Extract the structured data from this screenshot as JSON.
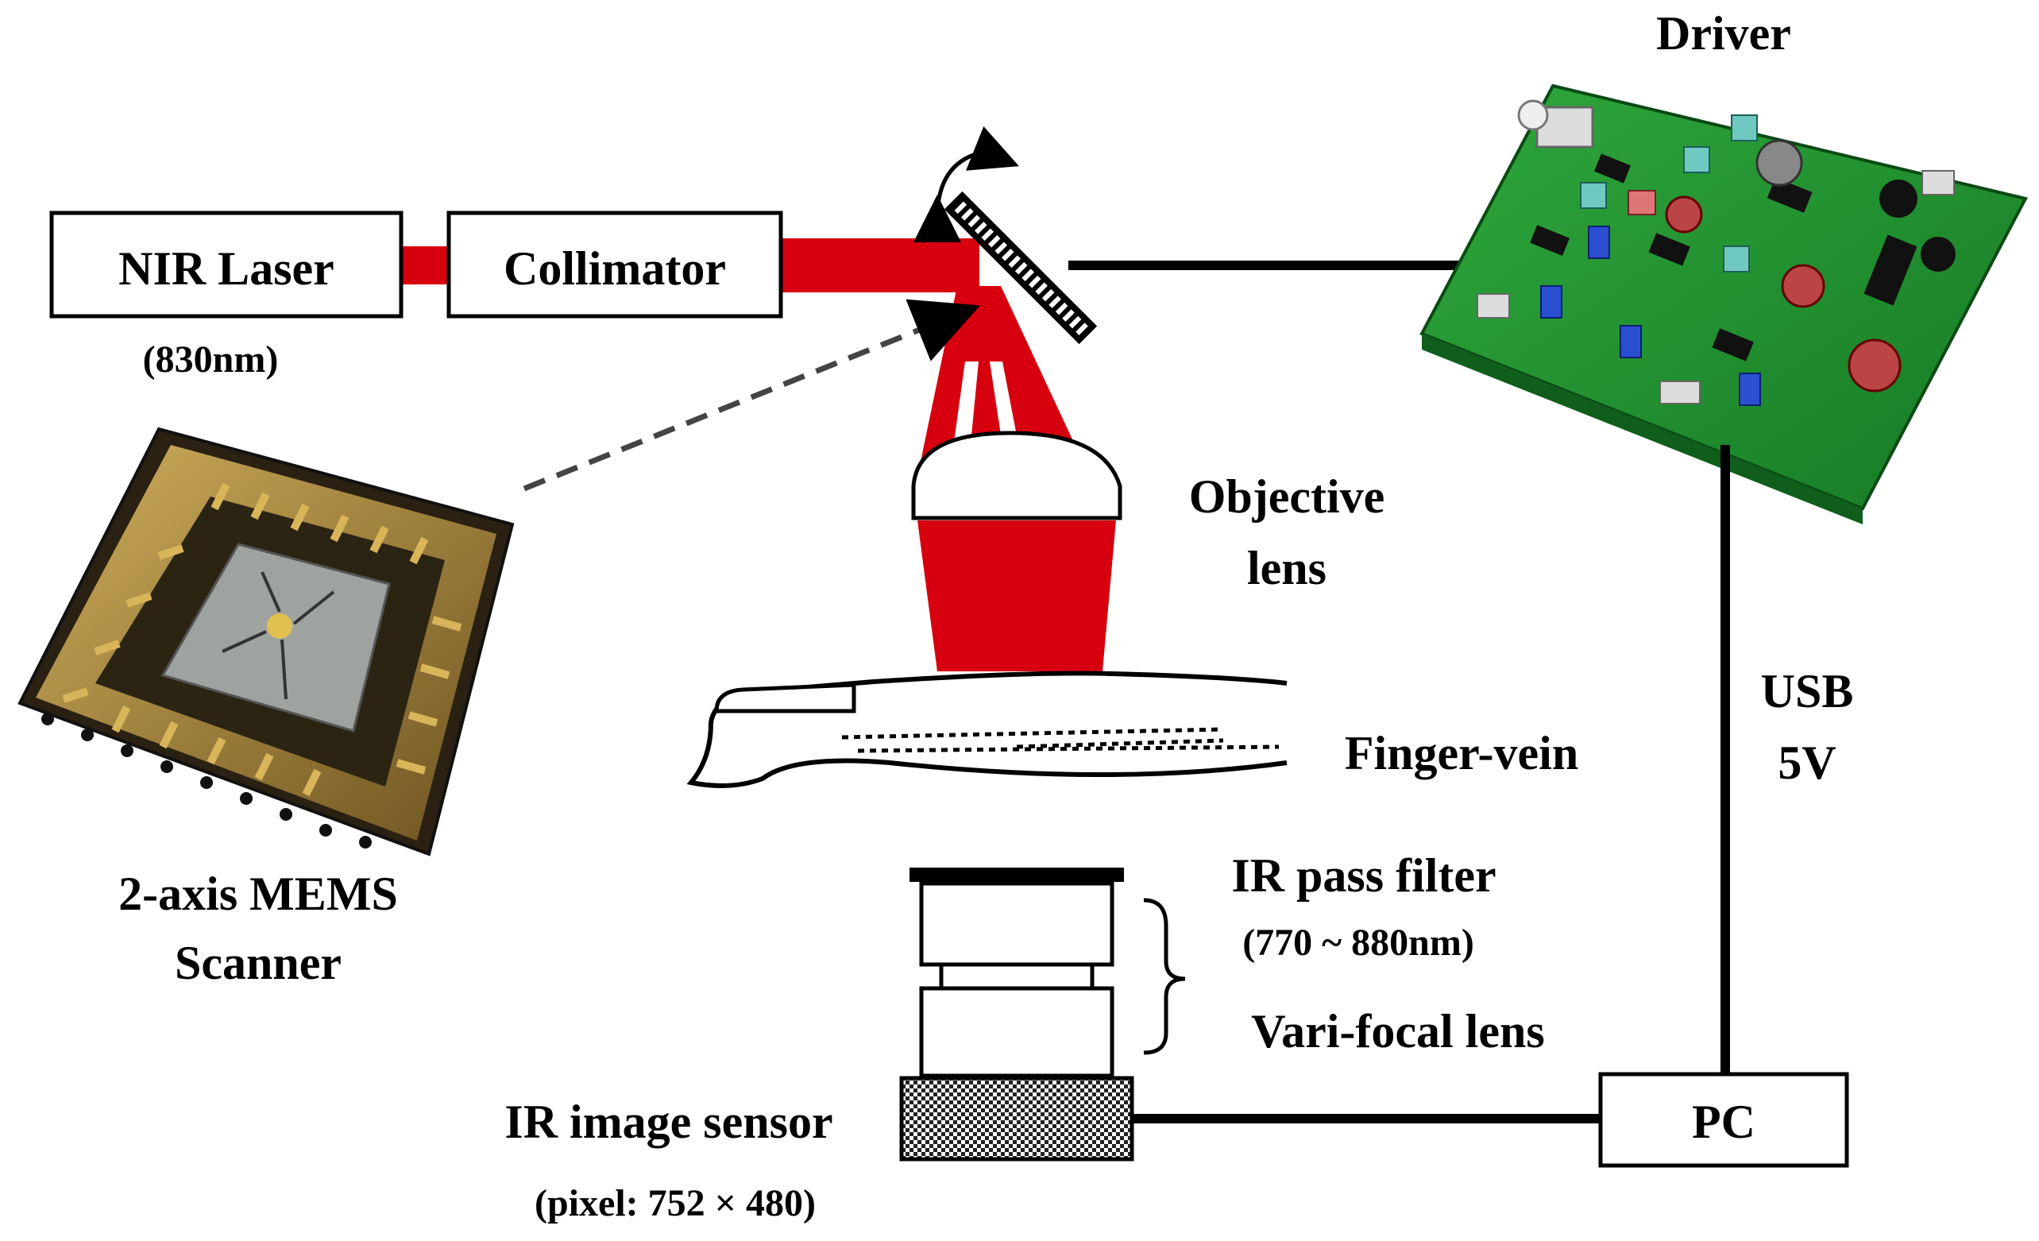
{
  "labels": {
    "driver": "Driver",
    "nir_laser": "NIR Laser",
    "nir_wavelength": "(830nm)",
    "collimator": "Collimator",
    "objective_line1": "Objective",
    "objective_line2": "lens",
    "finger_vein": "Finger-vein",
    "usb_line1": "USB",
    "usb_line2": "5V",
    "mems_line1": "2-axis MEMS",
    "mems_line2": "Scanner",
    "ir_pass_filter": "IR pass filter",
    "filter_range": "(770 ~ 880nm)",
    "vari_focal": "Vari-focal lens",
    "ir_sensor": "IR image sensor",
    "sensor_pixels": "(pixel: 752 × 480)",
    "pc": "PC"
  },
  "colors": {
    "laser_beam": "#d7000f",
    "pcb_green": "#1f8f2e",
    "mems_gold": "#b08a3a",
    "line": "#000000"
  }
}
